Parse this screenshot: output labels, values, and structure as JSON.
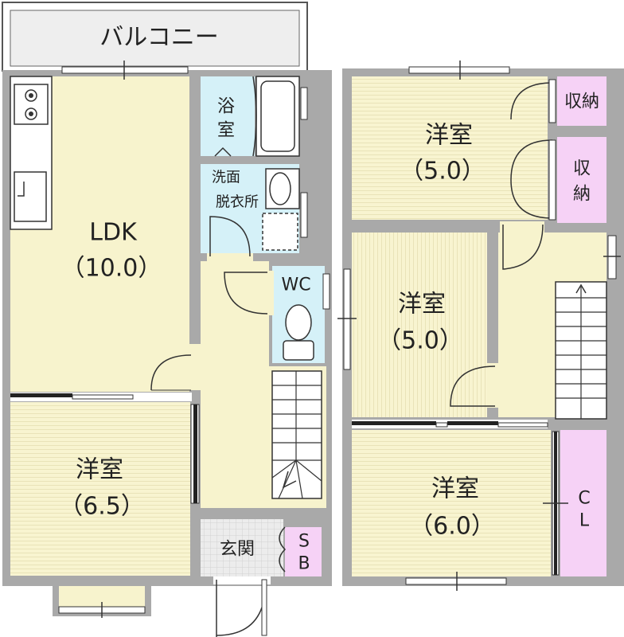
{
  "rooms": {
    "balcony": "バルコニー",
    "ldk": "LDK",
    "ldk_size": "（10.0）",
    "bath_1": "浴",
    "bath_2": "室",
    "washroom_1": "洗面",
    "washroom_2": "脱衣所",
    "wc": "WC",
    "west_1f": "洋室",
    "west_1f_size": "（6.5）",
    "genkan": "玄関",
    "sb_1": "S",
    "sb_2": "B",
    "west_2f_a": "洋室",
    "west_2f_a_size": "（5.0）",
    "storage_a": "収納",
    "storage_b_1": "収",
    "storage_b_2": "納",
    "west_2f_b": "洋室",
    "west_2f_b_size": "（5.0）",
    "west_2f_c": "洋室",
    "west_2f_c_size": "（6.0）",
    "cl_1": "C",
    "cl_2": "L"
  },
  "colors": {
    "wall": "#a9a9a9",
    "room_yellow": "#f7f3cd",
    "tatami_line": "#e6e0b0",
    "wet_blue": "#d5f1f8",
    "storage_pink": "#f6d2f6",
    "balcony_gray": "#eeeeee",
    "entry_gray": "#e9e9e9",
    "line": "#111111"
  }
}
